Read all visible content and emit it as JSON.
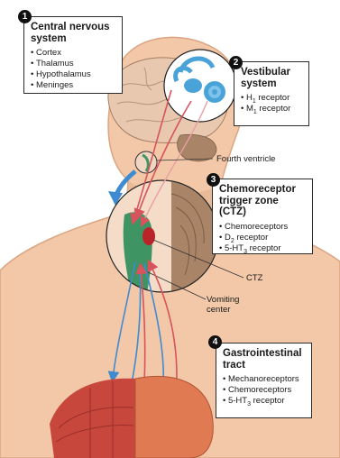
{
  "boxes": {
    "cns": {
      "number": "1",
      "title_line1": "Central nervous",
      "title_line2": "system",
      "items": [
        "Cortex",
        "Thalamus",
        "Hypothalamus",
        "Meninges"
      ]
    },
    "vestibular": {
      "number": "2",
      "title_line1": "Vestibular",
      "title_line2": "system",
      "h1": {
        "base": "H",
        "sub": "1",
        "rest": " receptor"
      },
      "m1": {
        "base": "M",
        "sub": "1",
        "rest": " receptor"
      }
    },
    "ctz": {
      "number": "3",
      "title_line1": "Chemoreceptor",
      "title_line2": "trigger zone (CTZ)",
      "item1": "Chemoreceptors",
      "d2": {
        "base": "D",
        "sub": "2",
        "rest": " receptor"
      },
      "ht3": {
        "base": "5-HT",
        "sub": "3",
        "rest": " receptor"
      }
    },
    "gi": {
      "number": "4",
      "title_line1": "Gastrointestinal",
      "title_line2": "tract",
      "item1": "Mechanoreceptors",
      "item2": "Chemoreceptors",
      "ht3": {
        "base": "5-HT",
        "sub": "3",
        "rest": " receptor"
      }
    }
  },
  "labels": {
    "fourth_ventricle": "Fourth ventricle",
    "ctz": "CTZ",
    "vomiting_line1": "Vomiting",
    "vomiting_line2": "center"
  },
  "colors": {
    "skin": "#f2c8a8",
    "skin_dark": "#dba582",
    "brain": "#e8c9b0",
    "cerebellum": "#a98467",
    "ear": "#4aa3d8",
    "vomiting_center": "#3e9462",
    "ctz": "#b8242a",
    "afferent_red": "#d9535c",
    "afferent_blue": "#3f8bd1",
    "muscle": "#c8473c",
    "stomach": "#e07a52"
  }
}
